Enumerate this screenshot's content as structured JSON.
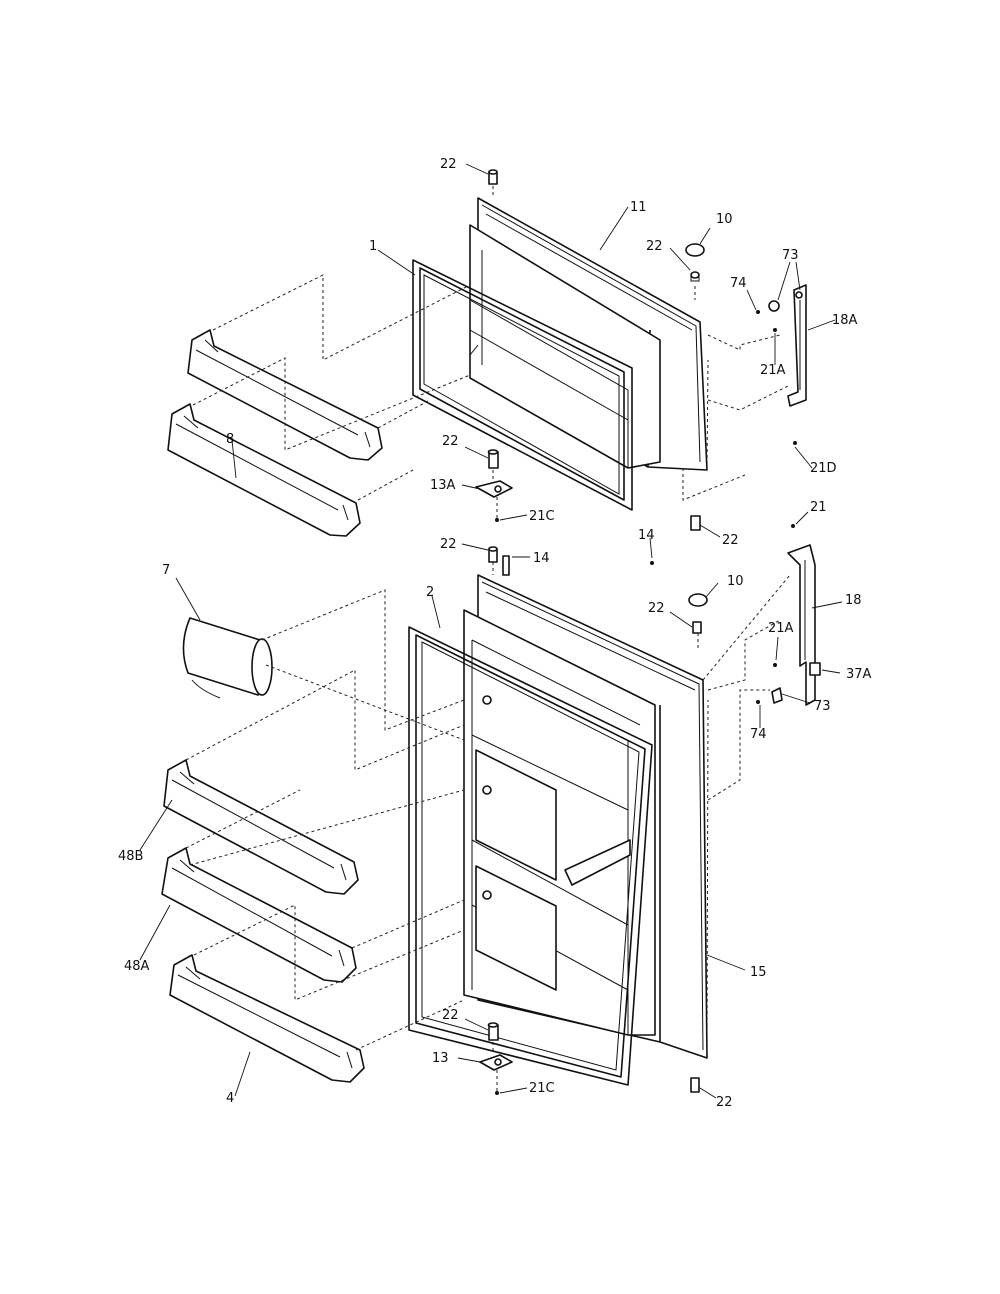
{
  "diagram": {
    "background": "#ffffff",
    "ink": "#111111",
    "callouts": {
      "c22_top": "22",
      "c11": "11",
      "c10_upper": "10",
      "c22_upper_hinge": "22",
      "c73_upper": "73",
      "c74_upper": "74",
      "c1": "1",
      "c18A": "18A",
      "c21A_upper": "21A",
      "c8": "8",
      "c22_upper_bottom": "22",
      "c21D": "21D",
      "c13A": "13A",
      "c21C_upper": "21C",
      "c21": "21",
      "c22_mid_right": "22",
      "c14_right": "14",
      "c22_lower_top": "22",
      "c14_left": "14",
      "c7": "7",
      "c10_lower": "10",
      "c2": "2",
      "c18": "18",
      "c22_lower_hinge": "22",
      "c21A_lower": "21A",
      "c37A": "37A",
      "c73_lower": "73",
      "c74_lower": "74",
      "c48B": "48B",
      "c48A": "48A",
      "c15": "15",
      "c22_lower_bottom": "22",
      "c13": "13",
      "c21C_lower": "21C",
      "c4": "4",
      "c22_bottom_right": "22"
    }
  }
}
